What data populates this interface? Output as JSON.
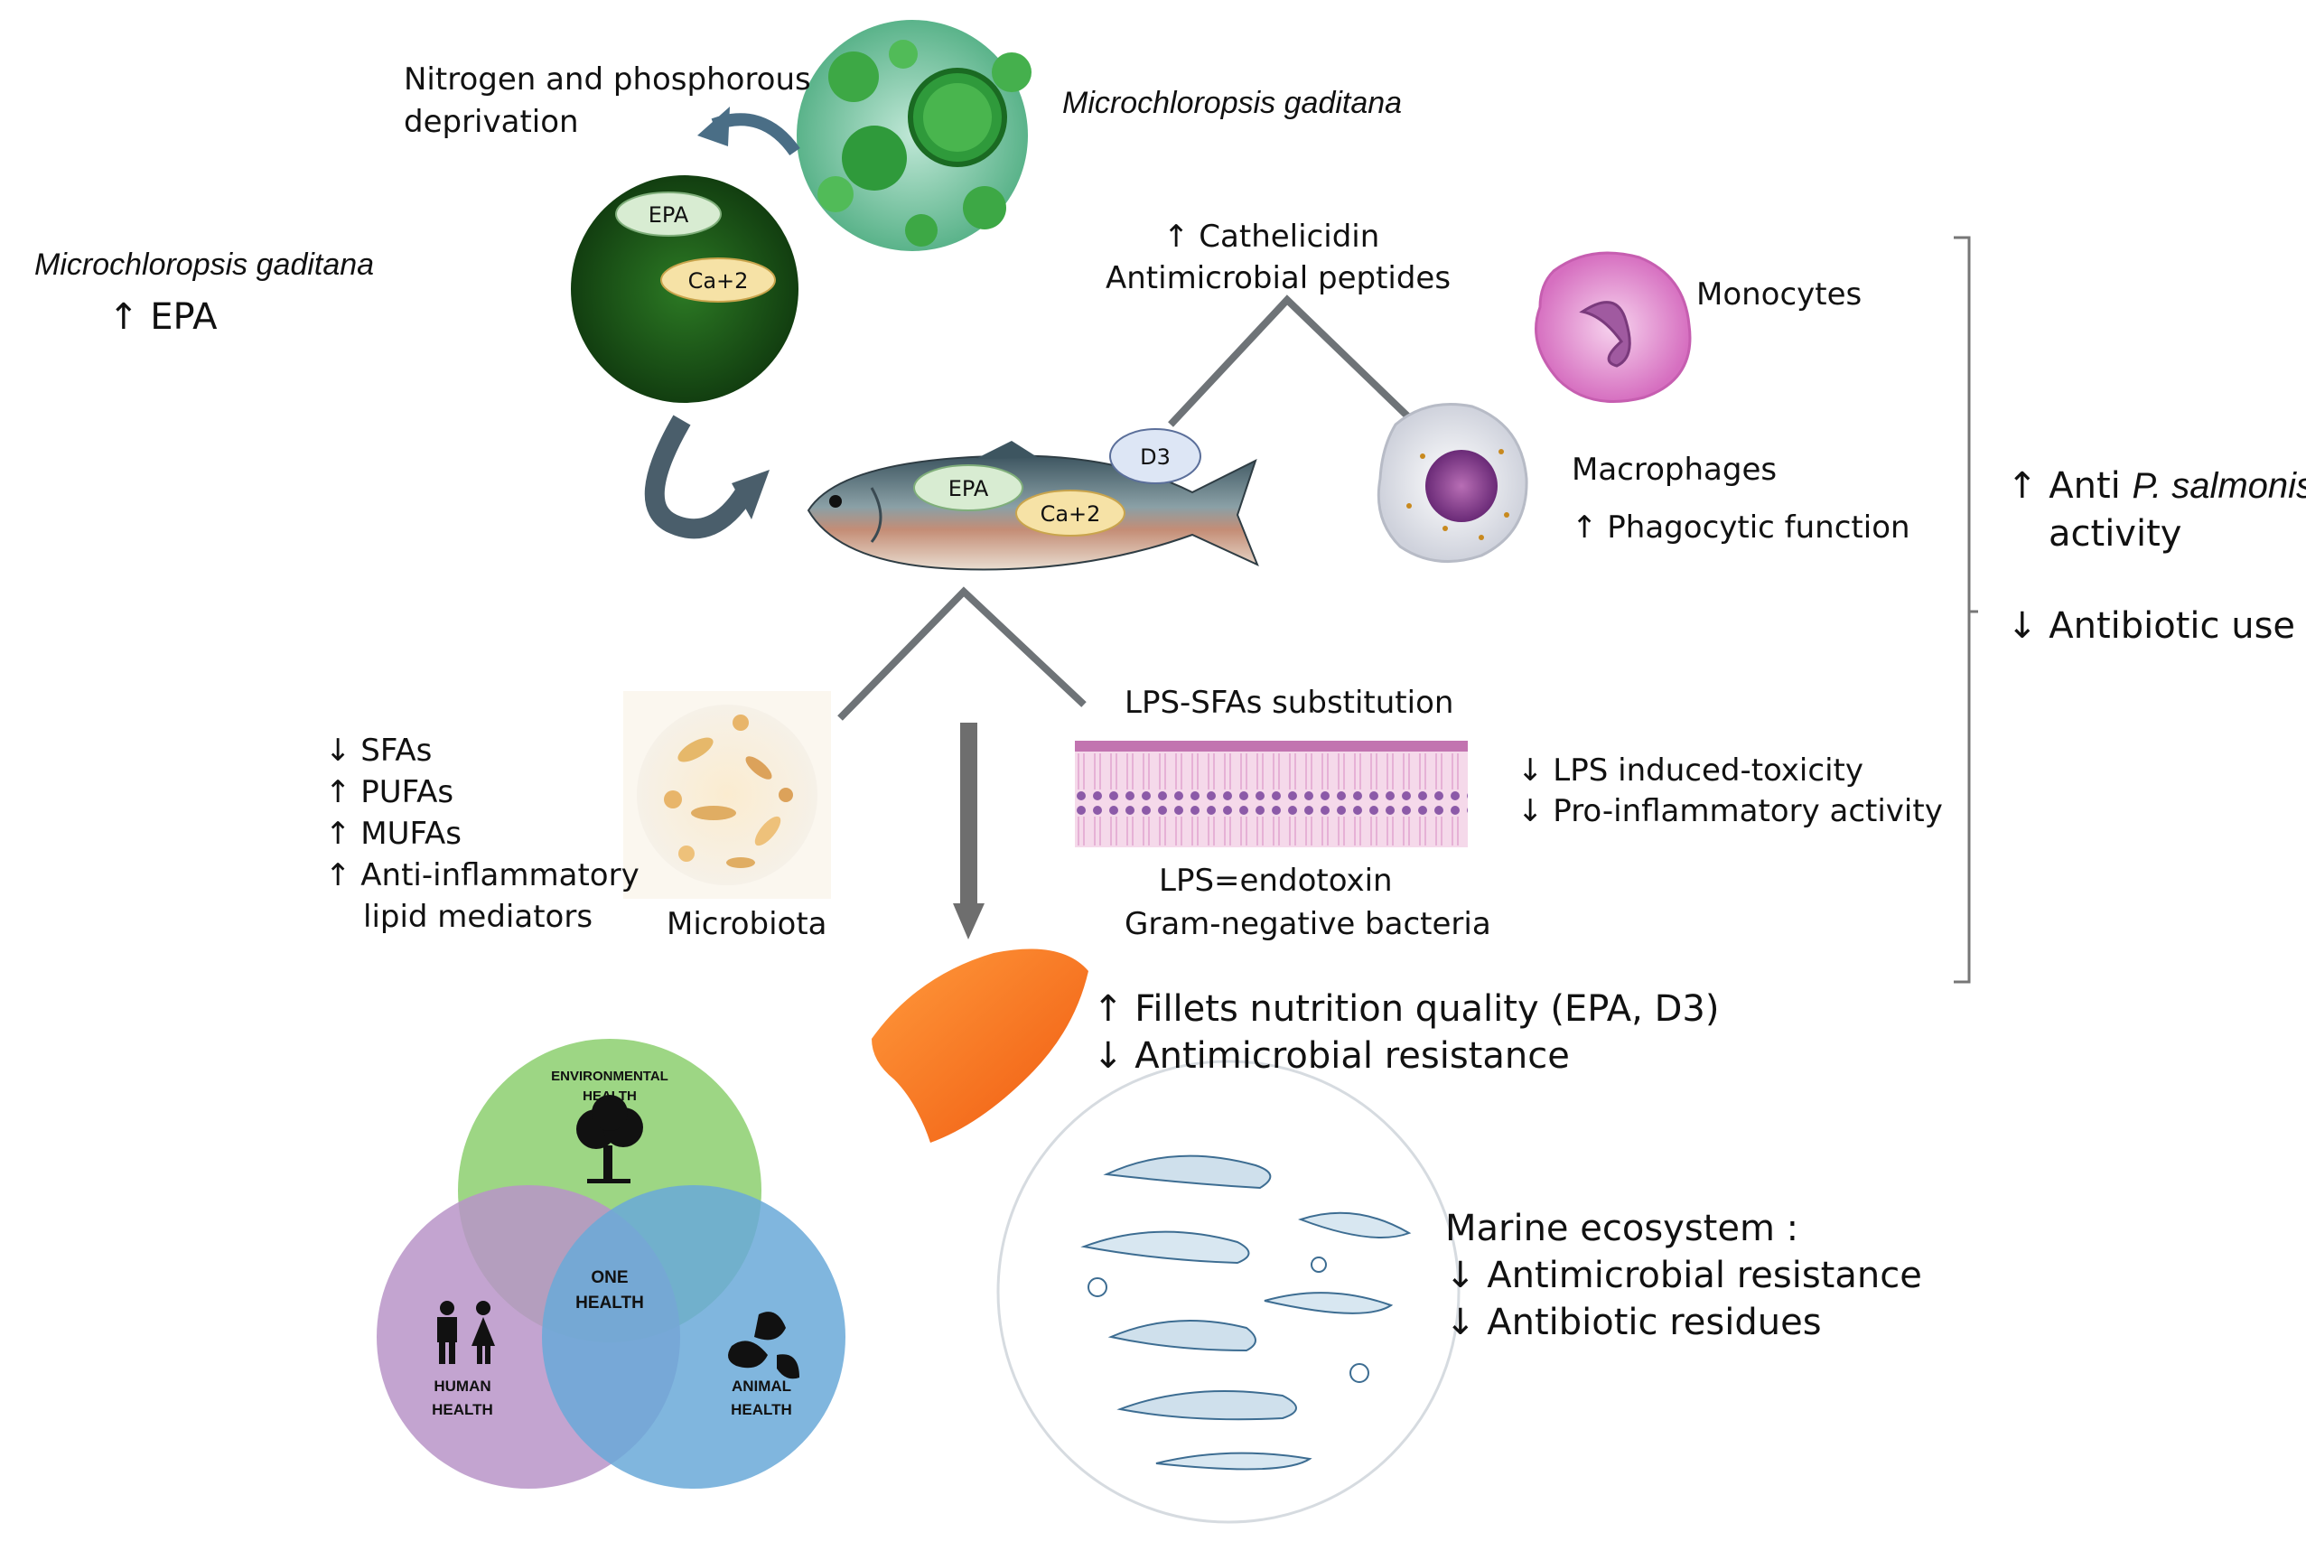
{
  "algae": {
    "species_label_left": "Microchloropsis gaditana",
    "species_label_top": "Microchloropsis gaditana",
    "epa_increase": "↑ EPA",
    "deprivation_line1": "Nitrogen and phosphorous",
    "deprivation_line2": "deprivation",
    "badge_epa": "EPA",
    "badge_ca": "Ca+2"
  },
  "fish": {
    "badge_epa": "EPA",
    "badge_ca": "Ca+2",
    "badge_d3": "D3"
  },
  "immune": {
    "cathelicidin": "↑ Cathelicidin",
    "amp": "Antimicrobial peptides",
    "monocytes": "Monocytes",
    "macrophages": "Macrophages",
    "phagocytic": "↑ Phagocytic function"
  },
  "outcomes_right": {
    "anti_prefix": "↑ Anti",
    "anti_species": "P. salmonis",
    "anti_suffix": "activity",
    "antibiotic_use": "↓ Antibiotic use"
  },
  "microbiota": {
    "label": "Microbiota",
    "lipids": [
      "↓ SFAs",
      "↑ PUFAs",
      "↑ MUFAs",
      "↑ Anti-inflammatory",
      "lipid mediators"
    ]
  },
  "lps": {
    "title": "LPS-SFAs substitution",
    "effects": [
      "↓ LPS induced-toxicity",
      "↓ Pro-inflammatory activity"
    ],
    "def_line1": "LPS=endotoxin",
    "def_line2": "Gram-negative bacteria"
  },
  "fillet": {
    "quality": "↑ Fillets nutrition quality (EPA, D3)",
    "amr": "↓ Antimicrobial resistance"
  },
  "marine": {
    "title": "Marine ecosystem :",
    "amr": "↓ Antimicrobial resistance",
    "residues": "↓ Antibiotic residues"
  },
  "one_health": {
    "environmental_line1": "ENVIRONMENTAL",
    "environmental_line2": "HEALTH",
    "human_line1": "HUMAN",
    "human_line2": "HEALTH",
    "animal_line1": "ANIMAL",
    "animal_line2": "HEALTH",
    "center_line1": "ONE",
    "center_line2": "HEALTH",
    "colors": {
      "environmental": "#8ccf6e",
      "human": "#b894c8",
      "animal": "#6aa9d8"
    }
  }
}
